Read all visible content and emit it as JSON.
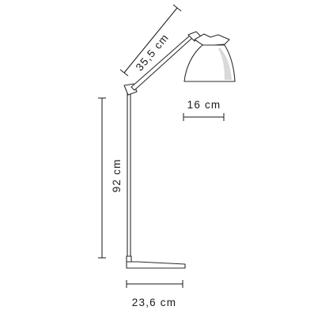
{
  "dimensions": {
    "arm_length": "35,5 cm",
    "shade_diameter": "16 cm",
    "height": "92 cm",
    "base_width": "23,6 cm"
  }
}
